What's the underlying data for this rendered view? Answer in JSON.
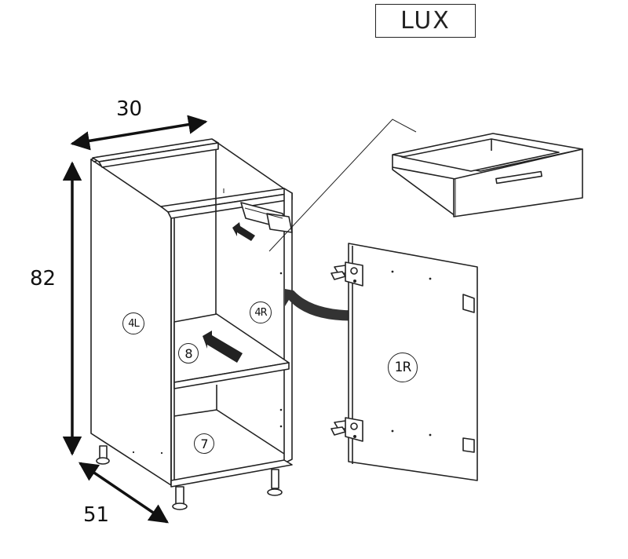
{
  "series_label": "LUX",
  "dimensions": {
    "width": "30",
    "height": "82",
    "depth": "51"
  },
  "parts": {
    "left_side": "4L",
    "right_side": "4R",
    "shelf": "8",
    "bottom": "7",
    "door": "1R"
  }
}
